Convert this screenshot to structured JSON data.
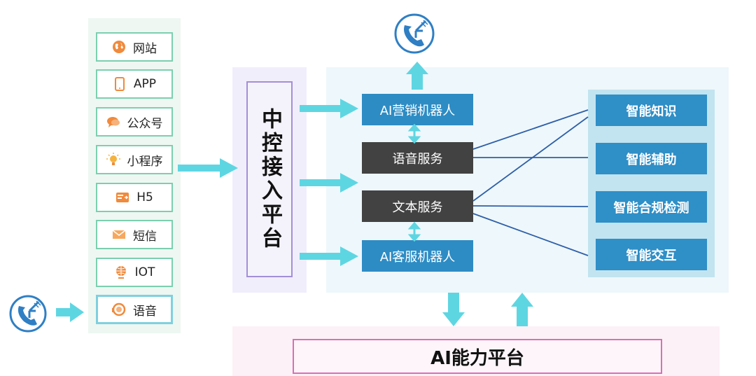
{
  "channels": {
    "items": [
      {
        "label": "网站",
        "icon": "globe-icon"
      },
      {
        "label": "APP",
        "icon": "phone-device-icon"
      },
      {
        "label": "公众号",
        "icon": "chat-bubble-icon"
      },
      {
        "label": "小程序",
        "icon": "lightbulb-icon"
      },
      {
        "label": "H5",
        "icon": "web-card-icon"
      },
      {
        "label": "短信",
        "icon": "envelope-icon"
      },
      {
        "label": "IOT",
        "icon": "globe-stand-icon"
      },
      {
        "label": "语音",
        "icon": "headset-icon"
      }
    ]
  },
  "control": {
    "title": "中控接入平台"
  },
  "services": {
    "marketing_bot": "AI营销机器人",
    "voice_service": "语音服务",
    "text_service": "文本服务",
    "customer_service_bot": "AI客服机器人"
  },
  "smart": {
    "items": [
      "智能知识",
      "智能辅助",
      "智能合规检测",
      "智能交互"
    ]
  },
  "ai_platform": {
    "title": "AI能力平台"
  },
  "colors": {
    "arrow": "#5ed6e2",
    "link_line": "#2e5fa8",
    "service_blue": "#2d8cc4",
    "service_dark": "#424242",
    "phone_blue": "#2f7fc4"
  }
}
